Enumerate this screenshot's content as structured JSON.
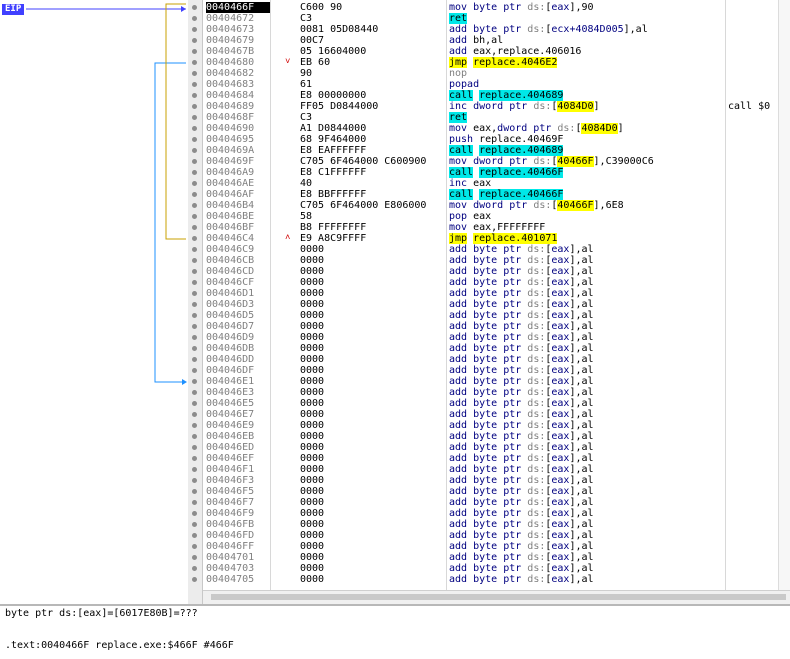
{
  "eip_label": "EIP",
  "rows": [
    {
      "addr": "0040466F",
      "bytes": "C600 90",
      "disasm": "mov byte ptr ds:[eax],90",
      "selected": true
    },
    {
      "addr": "00404672",
      "bytes": "C3",
      "disasm": "ret"
    },
    {
      "addr": "00404673",
      "bytes": "0081 05D08440",
      "disasm": "add byte ptr ds:[ecx+4084D005],al"
    },
    {
      "addr": "00404679",
      "bytes": "00C7",
      "disasm": "add bh,al"
    },
    {
      "addr": "0040467B",
      "bytes": "05 16604000",
      "disasm": "add eax,replace.406016"
    },
    {
      "addr": "00404680",
      "bytes": "EB 60",
      "disasm": "jmp replace.4046E2",
      "arrow": "down"
    },
    {
      "addr": "00404682",
      "bytes": "90",
      "disasm": "nop"
    },
    {
      "addr": "00404683",
      "bytes": "61",
      "disasm": "popad"
    },
    {
      "addr": "00404684",
      "bytes": "E8 00000000",
      "disasm": "call replace.404689"
    },
    {
      "addr": "00404689",
      "bytes": "FF05 D0844000",
      "disasm": "inc dword ptr ds:[4084D0]",
      "comment": "call $0"
    },
    {
      "addr": "0040468F",
      "bytes": "C3",
      "disasm": "ret"
    },
    {
      "addr": "00404690",
      "bytes": "A1 D0844000",
      "disasm": "mov eax,dword ptr ds:[4084D0]"
    },
    {
      "addr": "00404695",
      "bytes": "68 9F464000",
      "disasm": "push replace.40469F"
    },
    {
      "addr": "0040469A",
      "bytes": "E8 EAFFFFFF",
      "disasm": "call replace.404689"
    },
    {
      "addr": "0040469F",
      "bytes": "C705 6F464000 C600900",
      "disasm": "mov dword ptr ds:[40466F],C39000C6"
    },
    {
      "addr": "004046A9",
      "bytes": "E8 C1FFFFFF",
      "disasm": "call replace.40466F"
    },
    {
      "addr": "004046AE",
      "bytes": "40",
      "disasm": "inc eax"
    },
    {
      "addr": "004046AF",
      "bytes": "E8 BBFFFFFF",
      "disasm": "call replace.40466F"
    },
    {
      "addr": "004046B4",
      "bytes": "C705 6F464000 E806000",
      "disasm": "mov dword ptr ds:[40466F],6E8"
    },
    {
      "addr": "004046BE",
      "bytes": "58",
      "disasm": "pop eax"
    },
    {
      "addr": "004046BF",
      "bytes": "B8 FFFFFFFF",
      "disasm": "mov eax,FFFFFFFF"
    },
    {
      "addr": "004046C4",
      "bytes": "E9 A8C9FFFF",
      "disasm": "jmp replace.401071",
      "arrow": "up"
    },
    {
      "addr": "004046C9",
      "bytes": "0000",
      "disasm": "add byte ptr ds:[eax],al"
    },
    {
      "addr": "004046CB",
      "bytes": "0000",
      "disasm": "add byte ptr ds:[eax],al"
    },
    {
      "addr": "004046CD",
      "bytes": "0000",
      "disasm": "add byte ptr ds:[eax],al"
    },
    {
      "addr": "004046CF",
      "bytes": "0000",
      "disasm": "add byte ptr ds:[eax],al"
    },
    {
      "addr": "004046D1",
      "bytes": "0000",
      "disasm": "add byte ptr ds:[eax],al"
    },
    {
      "addr": "004046D3",
      "bytes": "0000",
      "disasm": "add byte ptr ds:[eax],al"
    },
    {
      "addr": "004046D5",
      "bytes": "0000",
      "disasm": "add byte ptr ds:[eax],al"
    },
    {
      "addr": "004046D7",
      "bytes": "0000",
      "disasm": "add byte ptr ds:[eax],al"
    },
    {
      "addr": "004046D9",
      "bytes": "0000",
      "disasm": "add byte ptr ds:[eax],al"
    },
    {
      "addr": "004046DB",
      "bytes": "0000",
      "disasm": "add byte ptr ds:[eax],al"
    },
    {
      "addr": "004046DD",
      "bytes": "0000",
      "disasm": "add byte ptr ds:[eax],al"
    },
    {
      "addr": "004046DF",
      "bytes": "0000",
      "disasm": "add byte ptr ds:[eax],al"
    },
    {
      "addr": "004046E1",
      "bytes": "0000",
      "disasm": "add byte ptr ds:[eax],al"
    },
    {
      "addr": "004046E3",
      "bytes": "0000",
      "disasm": "add byte ptr ds:[eax],al"
    },
    {
      "addr": "004046E5",
      "bytes": "0000",
      "disasm": "add byte ptr ds:[eax],al"
    },
    {
      "addr": "004046E7",
      "bytes": "0000",
      "disasm": "add byte ptr ds:[eax],al"
    },
    {
      "addr": "004046E9",
      "bytes": "0000",
      "disasm": "add byte ptr ds:[eax],al"
    },
    {
      "addr": "004046EB",
      "bytes": "0000",
      "disasm": "add byte ptr ds:[eax],al"
    },
    {
      "addr": "004046ED",
      "bytes": "0000",
      "disasm": "add byte ptr ds:[eax],al"
    },
    {
      "addr": "004046EF",
      "bytes": "0000",
      "disasm": "add byte ptr ds:[eax],al"
    },
    {
      "addr": "004046F1",
      "bytes": "0000",
      "disasm": "add byte ptr ds:[eax],al"
    },
    {
      "addr": "004046F3",
      "bytes": "0000",
      "disasm": "add byte ptr ds:[eax],al"
    },
    {
      "addr": "004046F5",
      "bytes": "0000",
      "disasm": "add byte ptr ds:[eax],al"
    },
    {
      "addr": "004046F7",
      "bytes": "0000",
      "disasm": "add byte ptr ds:[eax],al"
    },
    {
      "addr": "004046F9",
      "bytes": "0000",
      "disasm": "add byte ptr ds:[eax],al"
    },
    {
      "addr": "004046FB",
      "bytes": "0000",
      "disasm": "add byte ptr ds:[eax],al"
    },
    {
      "addr": "004046FD",
      "bytes": "0000",
      "disasm": "add byte ptr ds:[eax],al"
    },
    {
      "addr": "004046FF",
      "bytes": "0000",
      "disasm": "add byte ptr ds:[eax],al"
    },
    {
      "addr": "00404701",
      "bytes": "0000",
      "disasm": "add byte ptr ds:[eax],al"
    },
    {
      "addr": "00404703",
      "bytes": "0000",
      "disasm": "add byte ptr ds:[eax],al"
    },
    {
      "addr": "00404705",
      "bytes": "0000",
      "disasm": "add byte ptr ds:[eax],al"
    }
  ],
  "info_line1": "byte ptr ds:[eax]=[6017E80B]=???",
  "info_line2": ".text:0040466F replace.exe:$466F #466F",
  "colors": {
    "call_highlight": "#00e8e8",
    "jmp_highlight": "#ffff00",
    "eip": "#4040ff",
    "arrow_down": "#1e90ff",
    "arrow_up": "#c8a000"
  }
}
